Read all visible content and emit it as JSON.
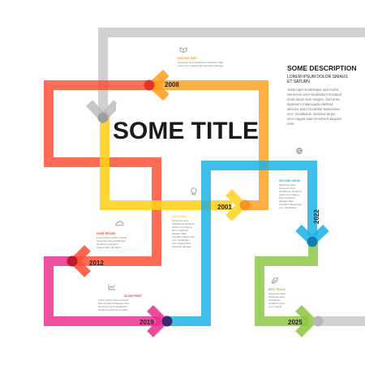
{
  "title": "SOME TITLE",
  "description": {
    "heading": "SOME DESCRIPTION",
    "subheading_lines": [
      "LOREM IPSUM DOLOR SIMAUS",
      "ET SATURN"
    ],
    "body_lines": [
      "Justo eget scelerisque sed morbi.",
      "Senectus urna Vestibulum tincidunt.",
      "Gunt turpis sem magna. Sed urna",
      "dignissim malesuada eleifend",
      "ultricies justo Curabitur Maecenas",
      "orci. Vestibulum tincidunt turpis",
      "sem magna Nam hendrerit aliquam",
      "nam."
    ]
  },
  "years": {
    "y2008": "2008",
    "y2001": "2001",
    "y2022": "2022",
    "y2012": "2012",
    "y2019": "2019",
    "y2025": "2025"
  },
  "milestones": {
    "m2008": {
      "heading": "MASTER TIME",
      "lines": [
        "Senectus urna vestibulum tincidunt. Cras",
        "turpis sem magna Nam hendrerit aliquam"
      ]
    },
    "m2001": {
      "heading": "IDEA DATE",
      "lines": [
        "Senectus urna",
        "Vestibulum tincidunt",
        "turpis sem magna",
        "Nam hendrerit",
        "aliquam Nam",
        "Curabitur Maecenas",
        "orci. Vestibulum",
        "sem magna Nam",
        "hendrerit aliquam"
      ]
    },
    "m2022": {
      "heading": "SECOND SHOW",
      "lines": [
        "Sed amet dolor",
        "Senectus urna",
        "Vestibulum tincidunt",
        "turpis sem magna",
        "Nam hendrerit",
        "aliquam Nam",
        "Curabitur Maecenas",
        "orci. Vestibulum"
      ]
    },
    "m2012": {
      "heading": "DONE RESUM",
      "lines": [
        "Lorem ipsum dolor sit amet",
        "Senectus urna Vestibulum",
        "tincidunt turpis sem",
        "magna Nam hendrerit"
      ]
    },
    "m2019": {
      "heading": "GLOW POINT",
      "lines": [
        "Lorem ipsum dolor sit amet",
        "Nam hendrerit aliquam Nam",
        "Senectus urna Vestibulum",
        "tincidunt turpis sem magna"
      ]
    },
    "m2025": {
      "heading": "BIKE TRACK",
      "lines": [
        "Sed amet dolor",
        "Senectus urna",
        "Vestibulum",
        "tincidunt turpis",
        "sem magna"
      ]
    }
  },
  "colors": {
    "grey": "#cfcfcf",
    "orange": "#ff9d1b",
    "red": "#ff4a32",
    "yellow": "#ffd21f",
    "blue": "#17b1e6",
    "magenta": "#ea2a8c",
    "lime": "#8cc63f",
    "text_dark": "#1a1a1a",
    "text_grey": "#7a7a7a"
  },
  "icons": {
    "i2008": "book-icon",
    "i2001": "lightbulb-icon",
    "i2022": "globe-icon",
    "i2012": "cloud-icon",
    "i2019": "chart-icon",
    "i2025": "leaf-icon"
  }
}
